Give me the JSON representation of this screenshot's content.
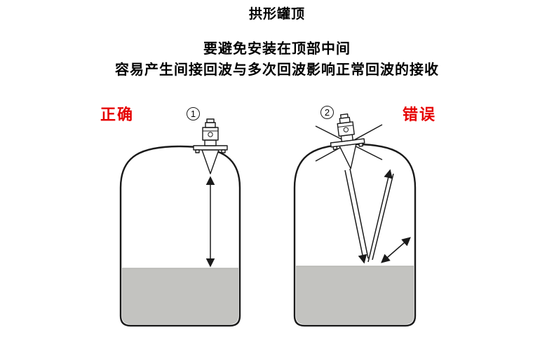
{
  "title": "拱形罐顶",
  "subtitle_line1": "要避免安装在顶部中间",
  "subtitle_line2": "容易产生间接回波与多次回波影响正常回波的接收",
  "left_diagram": {
    "label": "正确",
    "number": "1"
  },
  "right_diagram": {
    "label": "错误",
    "number": "2"
  },
  "colors": {
    "label_red": "#e60000",
    "outline": "#1a1a1a",
    "liquid": "#c3c3c0",
    "liquid_edge": "#a9a9a5"
  }
}
